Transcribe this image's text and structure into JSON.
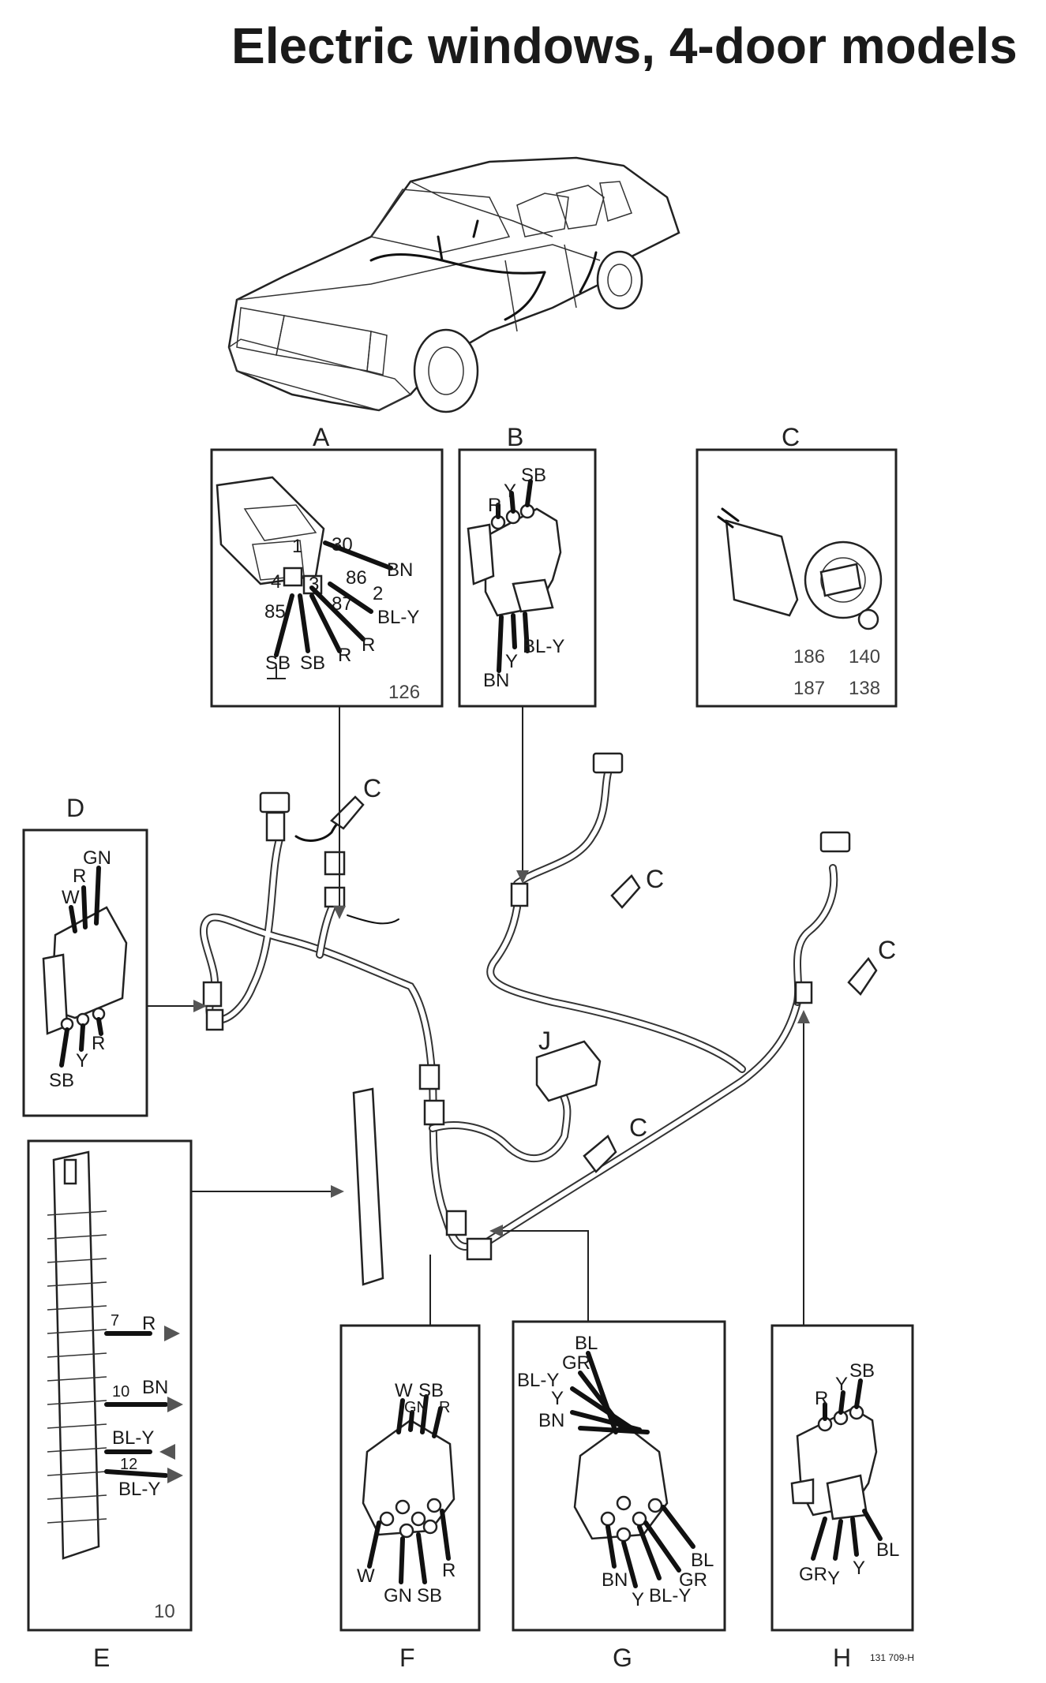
{
  "title": "Electric windows, 4-door models",
  "panels": {
    "A": {
      "label": "A",
      "number": "126",
      "pins": [
        "1",
        "30",
        "86",
        "2",
        "4",
        "3",
        "85",
        "87"
      ],
      "wires": [
        "BN",
        "BL-Y",
        "R",
        "R",
        "SB",
        "SB"
      ]
    },
    "B": {
      "label": "B",
      "wires_top": [
        "R",
        "Y",
        "SB"
      ],
      "wires_bottom": [
        "BL-Y",
        "Y",
        "BN"
      ]
    },
    "C": {
      "label": "C",
      "numbers": [
        "186",
        "140",
        "187",
        "138"
      ]
    },
    "D": {
      "label": "D",
      "wires_top": [
        "GN",
        "R",
        "W"
      ],
      "wires_bottom": [
        "SB",
        "Y",
        "R"
      ]
    },
    "E": {
      "label": "E",
      "number": "10",
      "terminals": [
        "7",
        "10",
        "12"
      ],
      "wires": [
        "R",
        "BN",
        "BL-Y",
        "BL-Y"
      ]
    },
    "F": {
      "label": "F",
      "wires_top": [
        "W",
        "SB",
        "GN",
        "R"
      ],
      "wires_bottom": [
        "W",
        "R",
        "GN",
        "SB"
      ]
    },
    "G": {
      "label": "G",
      "wires_top": [
        "BL",
        "GR",
        "BL-Y",
        "Y",
        "BN"
      ],
      "wires_bottom": [
        "BL",
        "GR",
        "BN",
        "Y",
        "BL-Y"
      ]
    },
    "H": {
      "label": "H",
      "wires_top": [
        "SB",
        "R",
        "Y"
      ],
      "wires_bottom": [
        "BL",
        "GR",
        "Y",
        "Y"
      ]
    }
  },
  "callouts": {
    "C": "C",
    "J": "J"
  },
  "ref": "131 709-H"
}
